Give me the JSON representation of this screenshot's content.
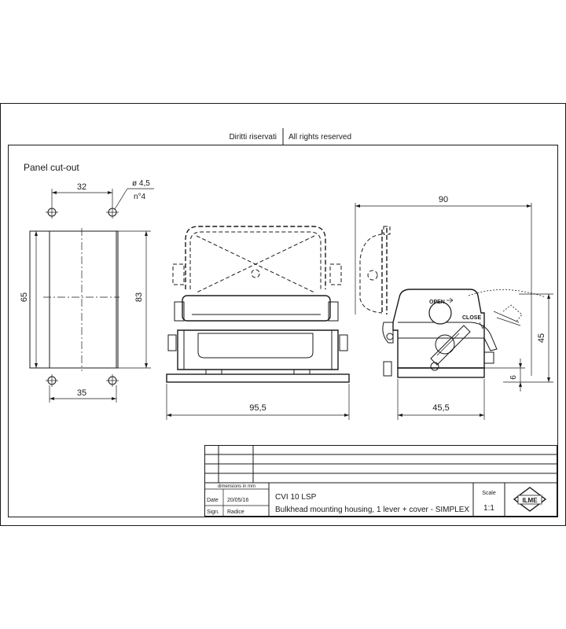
{
  "header": {
    "rights_it": "Diritti riservati",
    "rights_en": "All rights reserved"
  },
  "panel": {
    "title": "Panel cut-out",
    "dim_32": "32",
    "dim_hole_dia": "ø 4,5",
    "dim_hole_count": "n°4",
    "dim_65": "65",
    "dim_83": "83",
    "dim_35": "35"
  },
  "front_view": {
    "dim_width": "95,5"
  },
  "side_view": {
    "dim_90": "90",
    "dim_45": "45",
    "dim_6": "6",
    "dim_45_5": "45,5",
    "label_open": "OPEN",
    "label_close": "CLOSE"
  },
  "title_block": {
    "dimensions_note": "dimensions in mm",
    "date_label": "Date",
    "date_value": "20/05/16",
    "sign_label": "Sign.",
    "sign_value": "Radice",
    "code": "CVI 10 LSP",
    "description": "Bulkhead mounting housing, 1 lever + cover - SIMPLEX",
    "scale_label": "Scale",
    "scale_value": "1:1",
    "logo_text": "ILME"
  }
}
